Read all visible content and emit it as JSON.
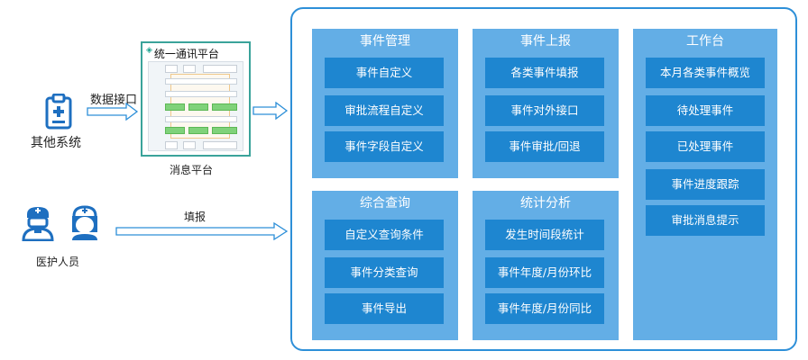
{
  "left": {
    "other_system_label": "其他系统",
    "data_interface_label": "数据接口",
    "platform_title": "统一通讯平台",
    "platform_caption": "消息平台",
    "medical_staff_label": "医护人员",
    "report_label": "填报"
  },
  "panels": {
    "event_mgmt": {
      "title": "事件管理",
      "items": [
        "事件自定义",
        "审批流程自定义",
        "事件字段自定义"
      ]
    },
    "event_report": {
      "title": "事件上报",
      "items": [
        "各类事件填报",
        "事件对外接口",
        "事件审批/回退"
      ]
    },
    "workbench": {
      "title": "工作台",
      "items": [
        "本月各类事件概览",
        "待处理事件",
        "已处理事件",
        "事件进度跟踪",
        "审批消息提示"
      ]
    },
    "query": {
      "title": "综合查询",
      "items": [
        "自定义查询条件",
        "事件分类查询",
        "事件导出"
      ]
    },
    "stats": {
      "title": "统计分析",
      "items": [
        "发生时间段统计",
        "事件年度/月份环比",
        "事件年度/月份同比"
      ]
    }
  },
  "colors": {
    "panel": "#63aee6",
    "button": "#1e86d0",
    "border": "#2d8fd8",
    "icon": "#1e6fc0",
    "platform_border": "#3aa39a"
  },
  "icons": {
    "other_system": "clipboard-medical-icon",
    "doctor": "doctor-icon",
    "nurse": "nurse-icon",
    "platform_logo": "platform-logo-icon"
  }
}
